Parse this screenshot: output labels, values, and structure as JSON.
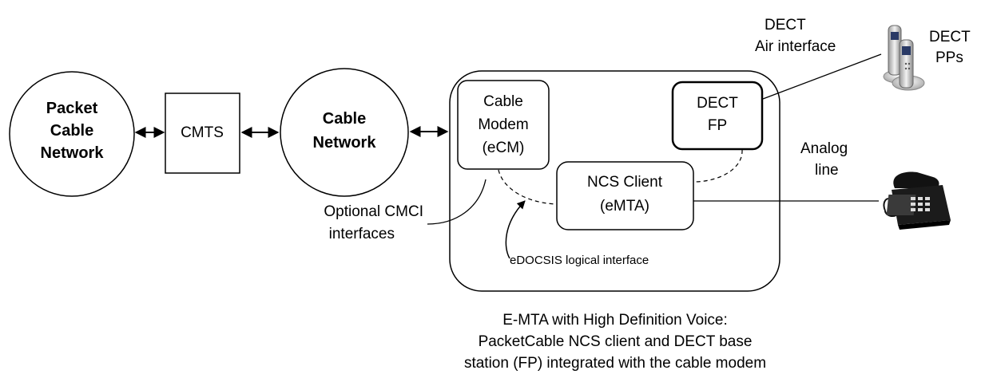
{
  "nodes": {
    "packetcable_network": [
      "Packet",
      "Cable",
      "Network"
    ],
    "cmts": "CMTS",
    "cable_network": [
      "Cable",
      "Network"
    ],
    "cable_modem": [
      "Cable",
      "Modem",
      "(eCM)"
    ],
    "dect_fp": [
      "DECT",
      "FP"
    ],
    "ncs_client": [
      "NCS Client",
      "(eMTA)"
    ]
  },
  "labels": {
    "dect_air_interface": [
      "DECT",
      "Air interface"
    ],
    "dect_pps": [
      "DECT",
      "PPs"
    ],
    "analog_line": [
      "Analog",
      "line"
    ],
    "optional_cmci": [
      "Optional CMCI",
      "interfaces"
    ],
    "edocsis": "eDOCSIS logical interface"
  },
  "caption": [
    "E-MTA with High Definition Voice:",
    "PacketCable NCS client and DECT base",
    "station (FP) integrated with the cable modem"
  ],
  "icons": [
    "dect-handset-icon",
    "desk-phone-icon"
  ]
}
